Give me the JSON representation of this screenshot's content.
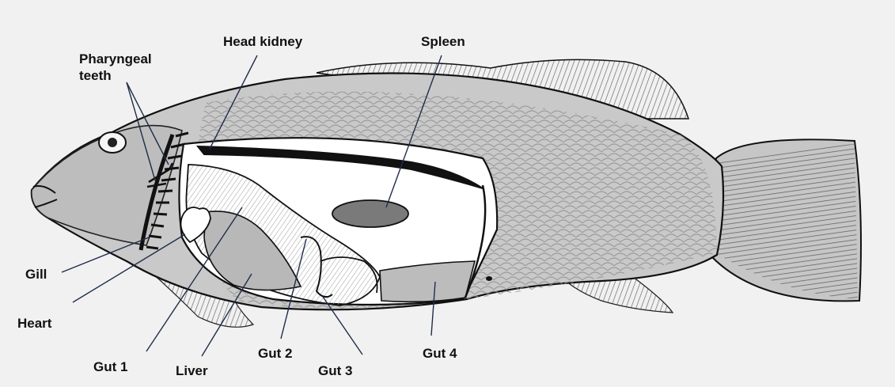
{
  "labels": {
    "pharyngeal_line1": "Pharyngeal",
    "pharyngeal_line2": "teeth",
    "head_kidney": "Head kidney",
    "spleen": "Spleen",
    "gill": "Gill",
    "heart": "Heart",
    "gut_1": "Gut 1",
    "liver": "Liver",
    "gut_2": "Gut 2",
    "gut_3": "Gut 3",
    "gut_4": "Gut 4"
  },
  "colors": {
    "paper": "#f1f1f1",
    "body_fill": "#c9c9c9",
    "body_scales": "#9a9a9a",
    "outline": "#111111",
    "cavity": "#ffffff",
    "organ_fill": "#b8b8b8",
    "spleen_fill": "#7a7a7a",
    "leader_line": "#1f2d4a"
  }
}
